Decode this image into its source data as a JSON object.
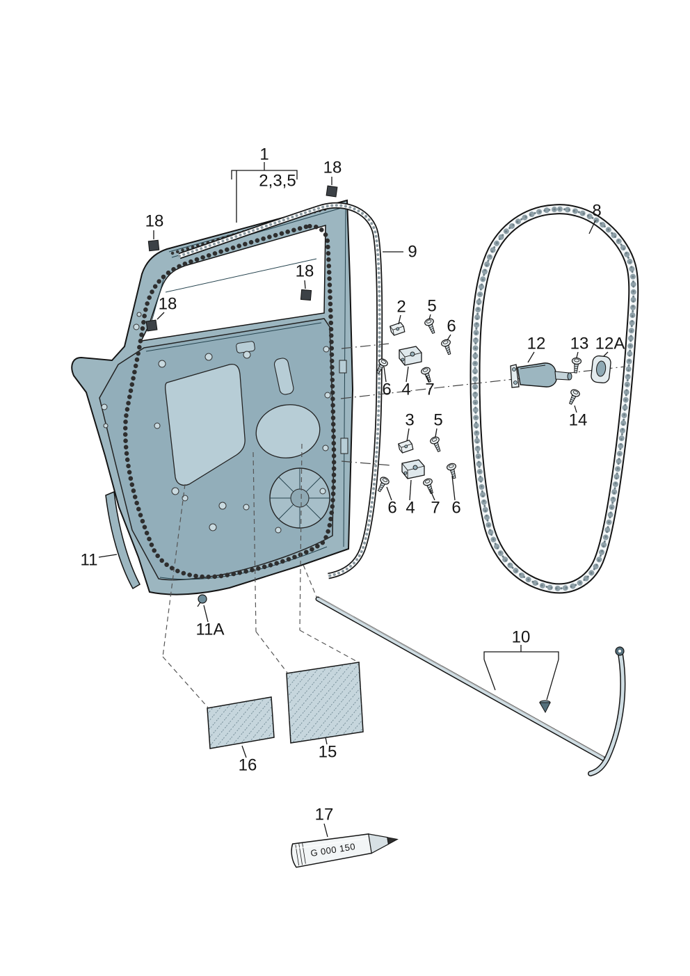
{
  "figure": {
    "type": "exploded-parts-diagram",
    "subject": "Rear door assembly with window frame, door seals, hinges, door check, trim strips, damping pads and sealant tube",
    "palette": {
      "panel": "#9cb6c0",
      "panel_shadow": "#92aeba",
      "panel_light": "#b7cdd6",
      "outline": "#141414",
      "background": "#ffffff"
    },
    "callouts": {
      "assembly": "1",
      "assembly_parts": "2,3,5",
      "pad_top": "18",
      "pad_upper_left": "18",
      "pad_mid": "18",
      "pad_lower_left": "18",
      "seal9": "9",
      "seal8": "8",
      "clip2": "2",
      "screw5_upper": "5",
      "screw6_upper_right": "6",
      "screw6_upper_left": "6",
      "hinge4_upper": "4",
      "screw7_upper": "7",
      "check12": "12",
      "screw13": "13",
      "plate12A": "12A",
      "screw14": "14",
      "clip3": "3",
      "screw5_lower": "5",
      "screw6_lower_left": "6",
      "hinge4_lower": "4",
      "screw7_lower": "7",
      "screw6_lower_right": "6",
      "trim11": "11",
      "grommet11A": "11A",
      "strip10": "10",
      "patch16": "16",
      "patch15": "15",
      "sealant17": "17"
    },
    "tube_label": "G 000 150"
  }
}
